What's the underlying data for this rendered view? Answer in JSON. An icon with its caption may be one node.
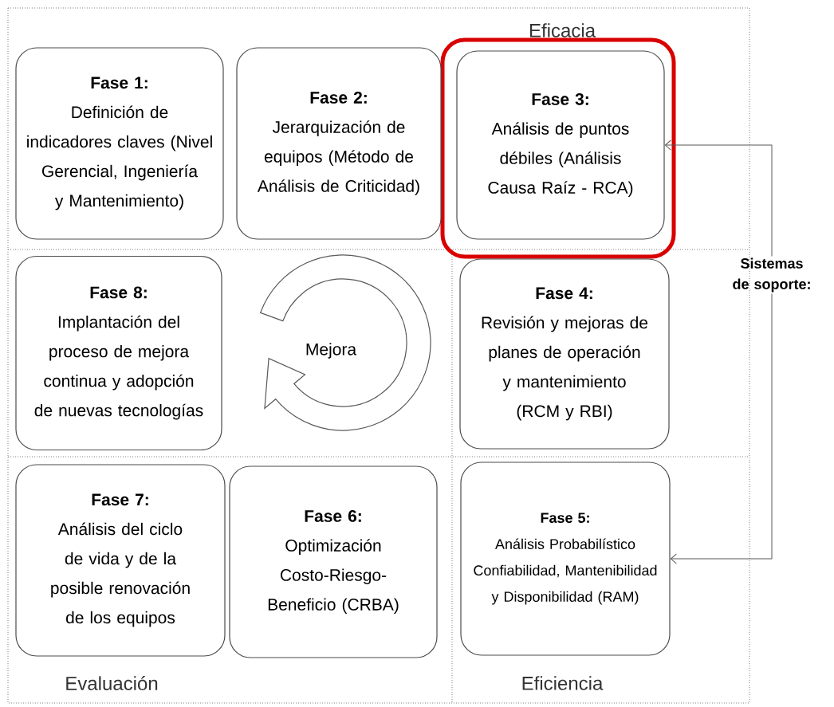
{
  "diagram": {
    "nodes": [
      {
        "text": [
          "Fase 1:",
          "Definición de indicadores claves (Nivel Gerencial, Ingeniería y Mantenimiento)"
        ]
      },
      {
        "text": [
          "Fase 2:",
          "Jerarquización de equipos (Método de Análisis de Criticidad)"
        ]
      },
      {
        "text": [
          "Fase 3:",
          "Análisis de puntos débiles (Análisis Causa Raíz - RCA)"
        ]
      },
      {
        "text": [
          "Sistemas de soporte:"
        ]
      },
      {
        "text": [
          "Fase 8:",
          "Implantación del proceso de mejora continua y adopción de nuevas tecnologías"
        ]
      },
      {
        "text": [
          "Mejora"
        ]
      },
      {
        "text": [
          "Fase 4:",
          "Revisión y mejoras de planes de operación y mantenimiento (RCM y RBI)"
        ]
      },
      {
        "text": [
          "Fase 7:",
          "Análisis del ciclo de vida y de la posible renovación de los equipos"
        ]
      },
      {
        "text": [
          "Fase 6:",
          "Optimización Costo-Riesgo-Beneficio (CRBA)"
        ]
      },
      {
        "text": [
          "Fase 5:",
          "Análisis Probabilístico Confiabilidad, Mantenibilidad y Disponibilidad (RAM)"
        ]
      }
    ],
    "edges": [
      {
        "from": 3,
        "to": 2,
        "arrow": "to"
      },
      {
        "from": 3,
        "to": 9,
        "arrow": "to"
      }
    ],
    "labels": [
      "Eficacia",
      "Evaluación",
      "Eficiencia"
    ]
  }
}
